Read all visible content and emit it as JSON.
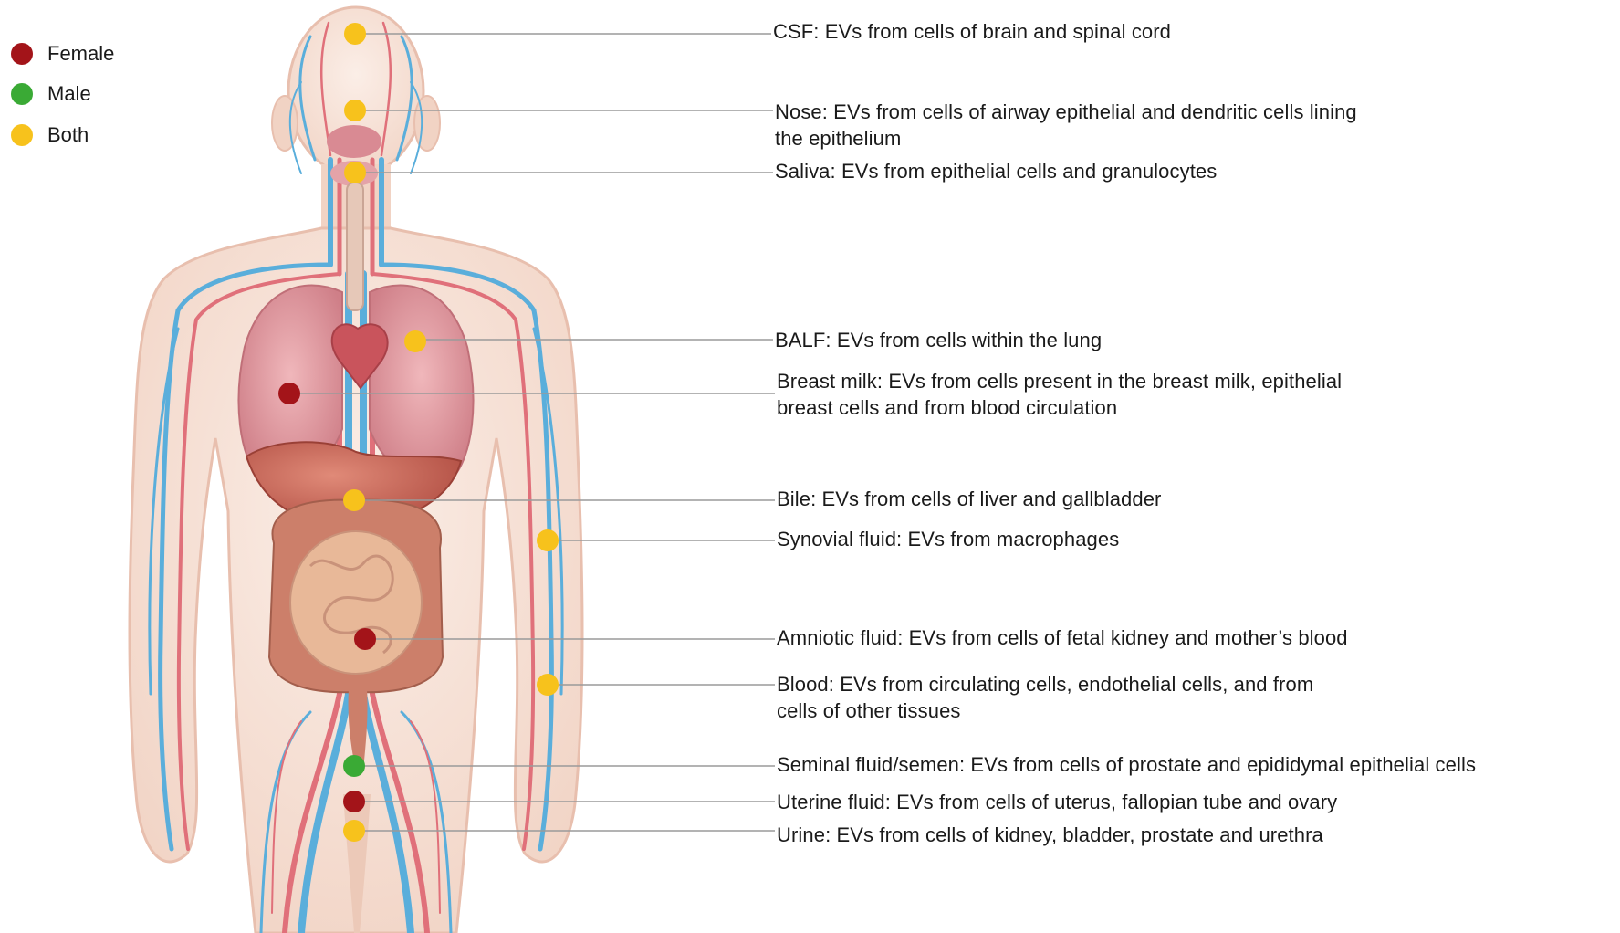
{
  "legend": {
    "items": [
      {
        "label": "Female",
        "color": "#a31419"
      },
      {
        "label": "Male",
        "color": "#3aaa35"
      },
      {
        "label": "Both",
        "color": "#f7c21c"
      }
    ]
  },
  "annotations": [
    {
      "id": "csf",
      "category": "Both",
      "lines": [
        "CSF: EVs from cells of brain and spinal cord"
      ]
    },
    {
      "id": "nose",
      "category": "Both",
      "lines": [
        "Nose: EVs from cells of airway epithelial and dendritic cells lining",
        "the epithelium"
      ]
    },
    {
      "id": "saliva",
      "category": "Both",
      "lines": [
        "Saliva: EVs from epithelial cells and granulocytes"
      ]
    },
    {
      "id": "balf",
      "category": "Both",
      "lines": [
        "BALF: EVs from cells within the lung"
      ]
    },
    {
      "id": "breast-milk",
      "category": "Female",
      "lines": [
        "Breast milk: EVs from cells present in the breast milk, epithelial",
        "breast cells and from blood circulation"
      ]
    },
    {
      "id": "bile",
      "category": "Both",
      "lines": [
        "Bile: EVs from cells of liver and gallbladder"
      ]
    },
    {
      "id": "synovial",
      "category": "Both",
      "lines": [
        "Synovial fluid: EVs from macrophages"
      ]
    },
    {
      "id": "amniotic",
      "category": "Female",
      "lines": [
        "Amniotic fluid:  EVs from cells of fetal kidney and mother’s blood"
      ]
    },
    {
      "id": "blood",
      "category": "Both",
      "lines": [
        "Blood: EVs from circulating cells, endothelial cells, and from",
        "cells of other tissues"
      ]
    },
    {
      "id": "seminal",
      "category": "Male",
      "lines": [
        "Seminal fluid/semen: EVs from cells of prostate and epididymal epithelial cells"
      ]
    },
    {
      "id": "uterine",
      "category": "Female",
      "lines": [
        "Uterine fluid: EVs from cells of uterus, fallopian tube and ovary"
      ]
    },
    {
      "id": "urine",
      "category": "Both",
      "lines": [
        "Urine:  EVs from cells of kidney, bladder, prostate and urethra"
      ]
    }
  ],
  "colors": {
    "leader_line": "#9a9a9a",
    "skin": "#f3d9cc",
    "skin_outline": "#e8bfae",
    "artery": "#e0707a",
    "vein": "#5aaedb",
    "lung": "#d98a93",
    "intestine": "#e8b898",
    "colon": "#cc7f6a",
    "liver": "#b9584c"
  }
}
